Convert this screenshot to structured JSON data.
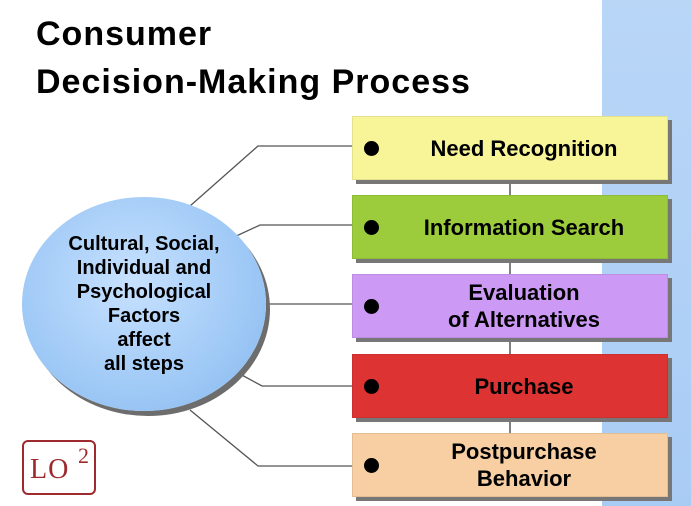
{
  "title": {
    "line1": "Consumer",
    "line2": "Decision-Making Process"
  },
  "factors": {
    "lines": [
      "Cultural, Social,",
      "Individual and",
      "Psychological",
      "Factors",
      "affect",
      "all steps"
    ]
  },
  "steps": [
    {
      "label_lines": [
        "Need Recognition"
      ],
      "color": "#f8f598"
    },
    {
      "label_lines": [
        "Information Search"
      ],
      "color": "#9ccc3c"
    },
    {
      "label_lines": [
        "Evaluation",
        "of Alternatives"
      ],
      "color": "#cc99f4"
    },
    {
      "label_lines": [
        "Purchase"
      ],
      "color": "#dd3333"
    },
    {
      "label_lines": [
        "Postpurchase",
        "Behavior"
      ],
      "color": "#f7cfa2"
    }
  ],
  "logo": {
    "text": "LO",
    "superscript": "2"
  },
  "colors": {
    "band": "#b9d6f7",
    "circle": "#9fc9f6",
    "connector": "#555555",
    "logo": "#9e2a2f"
  }
}
